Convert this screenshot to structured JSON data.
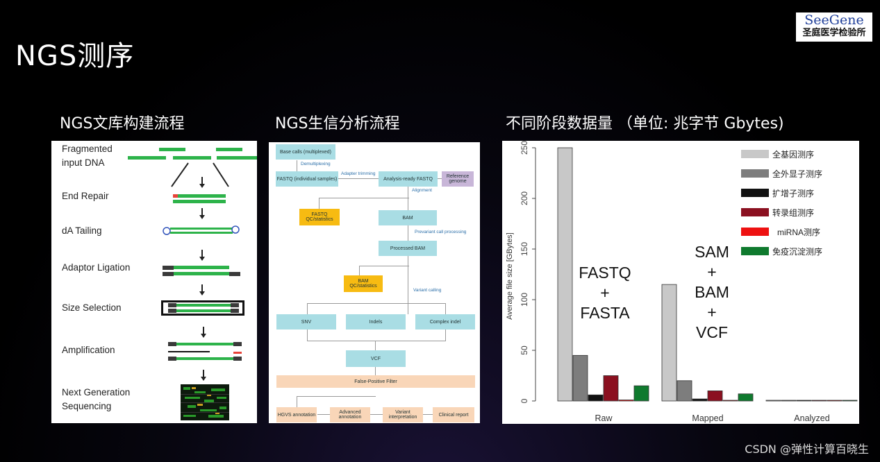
{
  "slide": {
    "title": "NGS测序",
    "logo_en": "SeeGene",
    "logo_cn": "圣庭医学检验所",
    "watermark": "CSDN @弹性计算百晓生"
  },
  "sections": {
    "library": "NGS文库构建流程",
    "pipeline": "NGS生信分析流程",
    "data_volume": "不同阶段数据量 （单位: 兆字节 Gbytes)"
  },
  "library_steps": [
    "Fragmented input DNA",
    "End Repair",
    "dA Tailing",
    "Adaptor Ligation",
    "Size Selection",
    "Amplification",
    "Next Generation Sequencing"
  ],
  "pipeline": {
    "boxes": {
      "base_calls": "Base calls (multiplexed)",
      "fastq": "FASTQ (individual samples)",
      "analysis_fastq": "Analysis-ready FASTQ",
      "reference": "Reference genome",
      "fastq_qc": "FASTQ QC/statistics",
      "bam": "BAM",
      "processed_bam": "Processed BAM",
      "bam_qc": "BAM QC/statistics",
      "snv": "SNV",
      "indels": "Indels",
      "complex": "Complex indel",
      "vcf": "VCF",
      "filter": "False-Positive Filter",
      "hgvs": "HGVS annotation",
      "advanced": "Advanced annotation",
      "variant_interp": "Variant interpretation",
      "clinical": "Clinical report"
    },
    "labels": {
      "demux": "Demultiplexing",
      "trimming": "Adapter trimming",
      "alignment": "Alignment",
      "prevariant": "Prevariant call processing",
      "calling": "Variant calling"
    }
  },
  "chart_data": {
    "type": "bar",
    "ylabel": "Average file size [GBytes]",
    "ylim": [
      0,
      250
    ],
    "yticks": [
      "0",
      "50",
      "100",
      "150",
      "200",
      "250"
    ],
    "categories": [
      "Raw",
      "Mapped",
      "Analyzed"
    ],
    "series": [
      {
        "name": "全基因测序",
        "color": "#c8c8c8",
        "values": [
          250,
          115,
          0.5
        ]
      },
      {
        "name": "全外显子测序",
        "color": "#7d7d7d",
        "values": [
          45,
          20,
          0.3
        ]
      },
      {
        "name": "扩增子测序",
        "color": "#111111",
        "values": [
          6,
          2,
          0.2
        ]
      },
      {
        "name": "转录组测序",
        "color": "#8b1020",
        "values": [
          25,
          10,
          0.4
        ]
      },
      {
        "name": "miRNA测序",
        "color": "#ee1111",
        "values": [
          1,
          0.5,
          0.1
        ]
      },
      {
        "name": "免疫沉淀测序",
        "color": "#0f7a2e",
        "values": [
          15,
          7,
          0.3
        ]
      }
    ],
    "annotations": {
      "raw": [
        "FASTQ",
        "+",
        "FASTA"
      ],
      "mapped": [
        "SAM",
        "+",
        "BAM",
        "+",
        "VCF"
      ]
    },
    "legend": "top-right"
  }
}
